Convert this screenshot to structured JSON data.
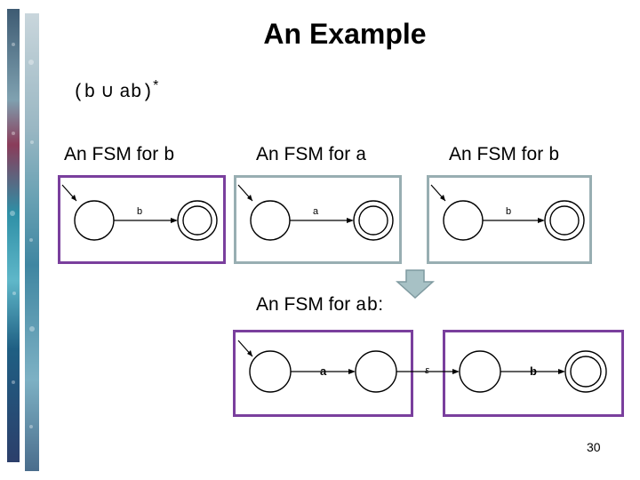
{
  "title": "An Example",
  "regex": {
    "open": "(b",
    "union": "∪",
    "rest": "ab)",
    "star": "*"
  },
  "top_labels": [
    {
      "prefix": "An FSM for ",
      "symbol": "b"
    },
    {
      "prefix": "An FSM for ",
      "symbol": "a"
    },
    {
      "prefix": "An FSM for ",
      "symbol": "b"
    }
  ],
  "top_machines": [
    {
      "transition": "b"
    },
    {
      "transition": "a"
    },
    {
      "transition": "b"
    }
  ],
  "combined": {
    "prefix": "An FSM for ",
    "symbol": "ab",
    "suffix": ":",
    "first_transition": "a",
    "epsilon": "ε",
    "second_transition": "b"
  },
  "page_number": "30",
  "colors": {
    "purple_border": "#7a3f9d",
    "gray_border": "#98aeb2",
    "arrow_fill": "#a7c1c5"
  },
  "icons": {
    "down_arrow": "down-arrow-icon"
  }
}
